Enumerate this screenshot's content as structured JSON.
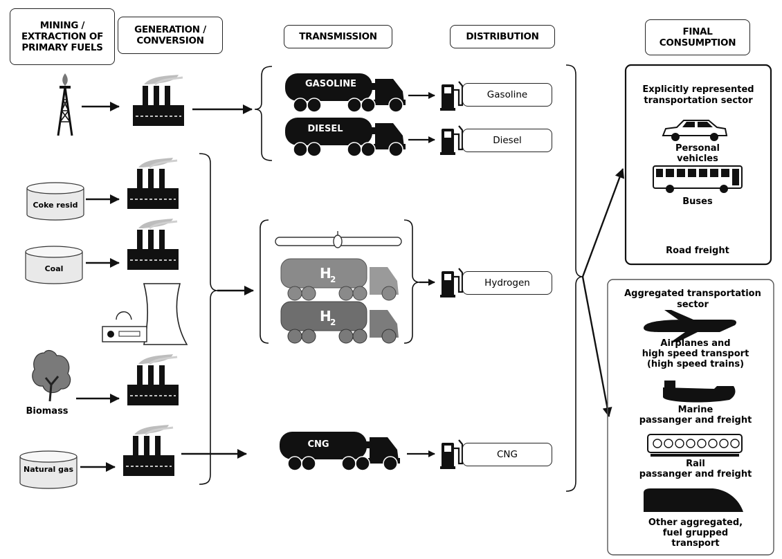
{
  "headers": {
    "mining": "MINING /\nEXTRACTION OF\nPRIMARY FUELS",
    "generation": "GENERATION /\nCONVERSION",
    "transmission": "TRANSMISSION",
    "distribution": "DISTRIBUTION",
    "final": "FINAL\nCONSUMPTION"
  },
  "sources": {
    "coke": "Coke resid",
    "coal": "Coal",
    "biomass": "Biomass",
    "natural_gas": "Natural gas"
  },
  "tankers": {
    "gasoline": "GASOLINE",
    "diesel": "DIESEL",
    "h2": "H",
    "h2_sub": "2",
    "cng": "CNG"
  },
  "stations": {
    "gasoline": "Gasoline",
    "diesel": "Diesel",
    "hydrogen": "Hydrogen",
    "cng": "CNG"
  },
  "explicit": {
    "title": "Explicitly represented\ntransportation sector",
    "personal": "Personal\nvehicles",
    "buses": "Buses",
    "road_freight": "Road freight"
  },
  "aggregated": {
    "title": "Aggregated transportation\nsector",
    "airplanes": "Airplanes and\nhigh speed transport\n(high speed trains)",
    "marine": "Marine\npassanger and freight",
    "rail": "Rail\npassanger and freight",
    "other": "Other aggregated,\nfuel grupped\ntransport"
  },
  "colors": {
    "ink": "#111111",
    "h2_tanker_light": "#8a8a8a",
    "h2_tanker_dark": "#6e6e6e",
    "h2_cab": "#9a9a9a"
  }
}
